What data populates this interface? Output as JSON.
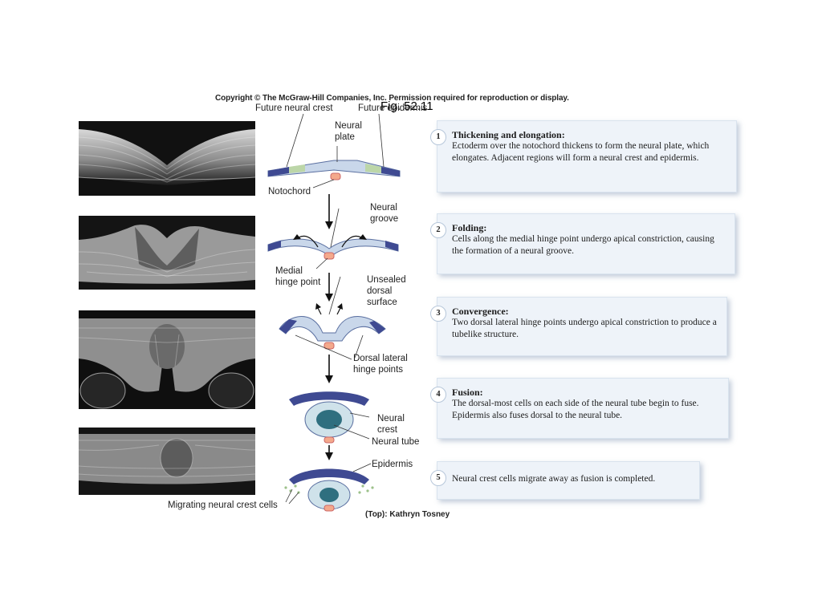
{
  "header": {
    "copyright": "Copyright © The McGraw-Hill Companies, Inc. Permission required for reproduction or display.",
    "fig_title": "Fig. 52.11"
  },
  "labels": {
    "future_neural_crest": "Future neural crest",
    "future_epidermis": "Future epidermis",
    "neural_plate": "Neural plate",
    "notochord": "Notochord",
    "neural_groove": "Neural groove",
    "medial_hinge_point": "Medial hinge point",
    "unsealed_dorsal_surface": "Unsealed dorsal surface",
    "dorsal_lateral_hinge_points": "Dorsal lateral hinge points",
    "neural_crest": "Neural crest",
    "neural_tube": "Neural tube",
    "epidermis": "Epidermis",
    "migrating_neural_crest_cells": "Migrating neural crest cells"
  },
  "steps": [
    {
      "number": "1",
      "heading": "Thickening and elongation:",
      "body": "Ectoderm over the notochord thickens to form the neural plate, which elongates. Adjacent regions will form a neural crest and epidermis."
    },
    {
      "number": "2",
      "heading": "Folding:",
      "body": "Cells along the medial hinge point undergo apical constriction, causing the formation of a neural groove."
    },
    {
      "number": "3",
      "heading": "Convergence:",
      "body": "Two dorsal lateral hinge points undergo apical constriction to produce a tubelike structure."
    },
    {
      "number": "4",
      "heading": "Fusion:",
      "body": "The dorsal-most cells on each side of the neural tube begin to fuse. Epidermis also fuses dorsal to the neural tube."
    },
    {
      "number": "5",
      "heading": "",
      "body": "Neural crest cells migrate away as fusion is completed."
    }
  ],
  "credit": "(Top): Kathryn Tosney"
}
